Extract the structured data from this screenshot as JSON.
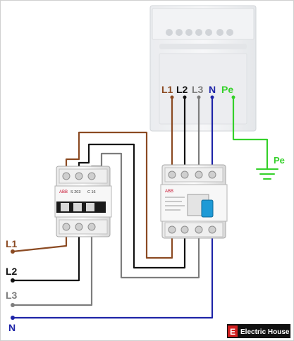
{
  "colors": {
    "l1": "#8B4A22",
    "l2": "#111111",
    "l3": "#7d7d7d",
    "n": "#1f25a8",
    "pe": "#35d12a",
    "watermark_bg": "#111111",
    "watermark_logo": "#d11f1f"
  },
  "terminals": {
    "l1": "L1",
    "l2": "L2",
    "l3": "L3",
    "n": "N",
    "pe": "Pe"
  },
  "ground_label": "Pe",
  "inputs": {
    "l1": "L1",
    "l2": "L2",
    "l3": "L3",
    "n": "N"
  },
  "mcb": {
    "brand": "ABB",
    "model": "S 203",
    "rating": "C 16"
  },
  "rcd": {
    "brand": "ABB"
  },
  "watermark": {
    "logo_letter": "E",
    "text": "Electric House"
  }
}
